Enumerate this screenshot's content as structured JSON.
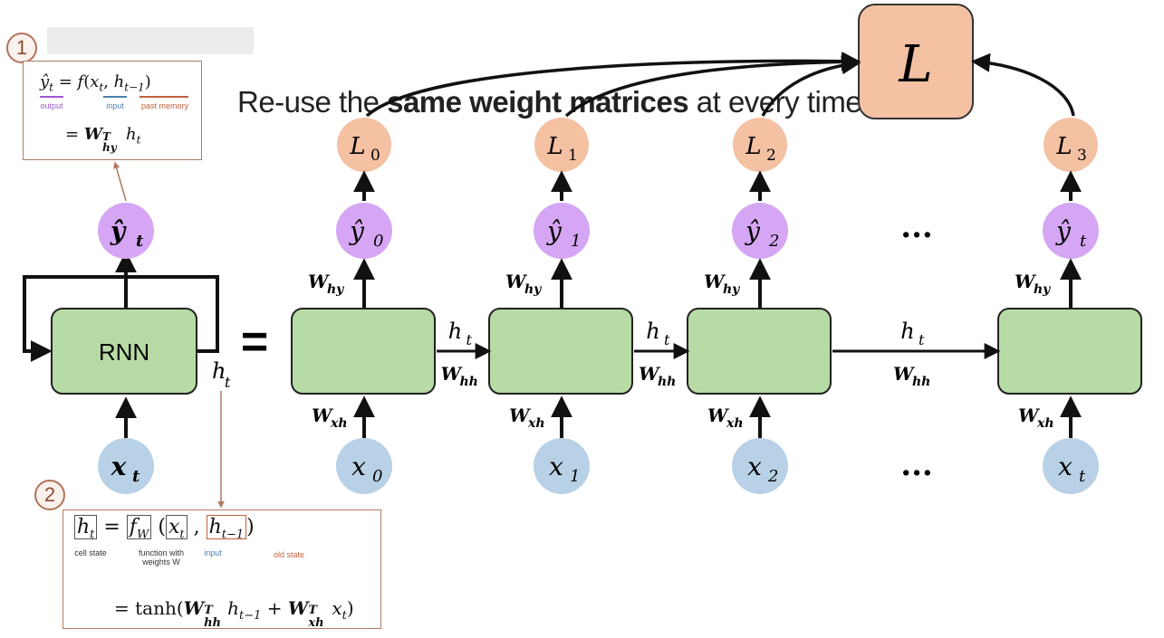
{
  "title": {
    "prefix": "Re-use the ",
    "bold": "same weight matrices",
    "suffix": " at every time step"
  },
  "colors": {
    "cell": "#b7dba4",
    "cell_border": "#222222",
    "output": "#d5a6f4",
    "input": "#b8d1e6",
    "loss": "#f4c1a3",
    "accent": "#b07a63",
    "underline_output": "#9b59d0",
    "underline_input": "#4a7fb0",
    "underline_memory": "#c0603a"
  },
  "loss_total": "L",
  "folded": {
    "cell_label": "RNN",
    "output": "ŷ",
    "output_sub": "t",
    "input": "x",
    "input_sub": "t",
    "state": "h",
    "state_sub": "t",
    "equals": "="
  },
  "weights": {
    "hy": "W",
    "hy_sub": "hy",
    "xh": "W",
    "xh_sub": "xh",
    "hh": "W",
    "hh_sub": "hh"
  },
  "steps": [
    {
      "loss": "L",
      "loss_sub": "0",
      "output": "ŷ",
      "output_sub": "0",
      "input": "x",
      "input_sub": "0"
    },
    {
      "loss": "L",
      "loss_sub": "1",
      "output": "ŷ",
      "output_sub": "1",
      "input": "x",
      "input_sub": "1"
    },
    {
      "loss": "L",
      "loss_sub": "2",
      "output": "ŷ",
      "output_sub": "2",
      "input": "x",
      "input_sub": "2"
    },
    {
      "loss": "L",
      "loss_sub": "3",
      "output": "ŷ",
      "output_sub": "t",
      "input": "x",
      "input_sub": "t"
    }
  ],
  "hidden_labels": {
    "h": "h",
    "sub": "t"
  },
  "ellipsis": "...",
  "note1": {
    "badge": "1",
    "line1": "ŷ_t = f(x_t, h_t−1)",
    "output_caption": "output",
    "input_caption": "input",
    "memory_caption": "past memory",
    "line2": "= W^T_hy h_t"
  },
  "note2": {
    "badge": "2",
    "line1": "h_t = f_W (x_t , h_t−1)",
    "cell_caption": "cell state",
    "function_caption": "function with weights W",
    "input_caption": "input",
    "old_caption": "old state",
    "line2": "= tanh(W^T_hh h_t−1 + W^T_xh x_t)"
  }
}
